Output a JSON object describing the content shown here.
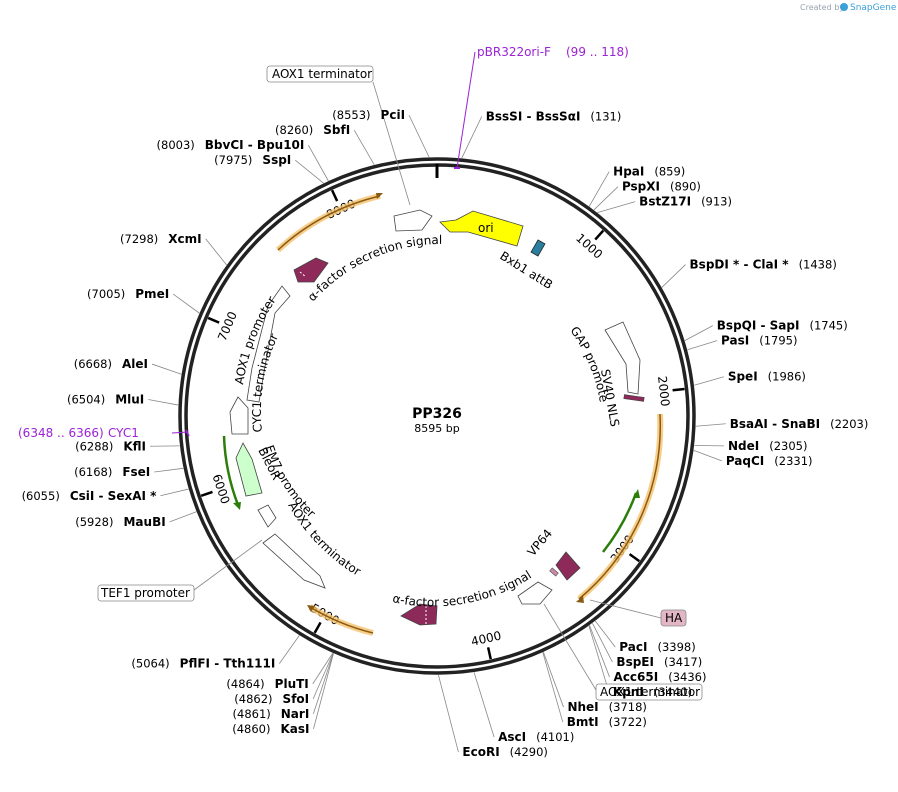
{
  "plasmid": {
    "name": "PP326",
    "length_label": "8595 bp",
    "length": 8595
  },
  "credit": {
    "prefix": "Created by",
    "app": "SnapGene"
  },
  "ticks": [
    {
      "label": "1000",
      "pos": 1000
    },
    {
      "label": "2000",
      "pos": 2000
    },
    {
      "label": "3000",
      "pos": 3000
    },
    {
      "label": "4000",
      "pos": 4000
    },
    {
      "label": "5000",
      "pos": 5000
    },
    {
      "label": "6000",
      "pos": 6000
    },
    {
      "label": "7000",
      "pos": 7000
    },
    {
      "label": "8000",
      "pos": 8000
    }
  ],
  "sites": [
    {
      "name": "PciI",
      "pos_label": "(8553)",
      "pos": 8553,
      "side": "left"
    },
    {
      "name": "BssSI  - BssSαI",
      "pos_label": "(131)",
      "pos": 131,
      "side": "right"
    },
    {
      "name": "SbfI",
      "pos_label": "(8260)",
      "pos": 8260,
      "side": "left"
    },
    {
      "name": "BbvCI  - Bpu10I",
      "pos_label": "(8003)",
      "pos": 8003,
      "side": "left"
    },
    {
      "name": "SspI",
      "pos_label": "(7975)",
      "pos": 7975,
      "side": "left"
    },
    {
      "name": "HpaI",
      "pos_label": "(859)",
      "pos": 859,
      "side": "right"
    },
    {
      "name": "PspXI",
      "pos_label": "(890)",
      "pos": 890,
      "side": "right"
    },
    {
      "name": "BstZ17I",
      "pos_label": "(913)",
      "pos": 913,
      "side": "right"
    },
    {
      "name": "XcmI",
      "pos_label": "(7298)",
      "pos": 7298,
      "side": "left"
    },
    {
      "name": "BspDI *  - ClaI *",
      "pos_label": "(1438)",
      "pos": 1438,
      "side": "right"
    },
    {
      "name": "PmeI",
      "pos_label": "(7005)",
      "pos": 7005,
      "side": "left"
    },
    {
      "name": "BspQI  - SapI",
      "pos_label": "(1745)",
      "pos": 1745,
      "side": "right"
    },
    {
      "name": "PasI",
      "pos_label": "(1795)",
      "pos": 1795,
      "side": "right"
    },
    {
      "name": "AleI",
      "pos_label": "(6668)",
      "pos": 6668,
      "side": "left"
    },
    {
      "name": "SpeI",
      "pos_label": "(1986)",
      "pos": 1986,
      "side": "right"
    },
    {
      "name": "MluI",
      "pos_label": "(6504)",
      "pos": 6504,
      "side": "left"
    },
    {
      "name": "BsaAI  - SnaBI",
      "pos_label": "(2203)",
      "pos": 2203,
      "side": "right"
    },
    {
      "name": "NdeI",
      "pos_label": "(2305)",
      "pos": 2305,
      "side": "right"
    },
    {
      "name": "PaqCI",
      "pos_label": "(2331)",
      "pos": 2331,
      "side": "right"
    },
    {
      "name": "KflI",
      "pos_label": "(6288)",
      "pos": 6288,
      "side": "left"
    },
    {
      "name": "FseI",
      "pos_label": "(6168)",
      "pos": 6168,
      "side": "left"
    },
    {
      "name": "CsiI  - SexAI *",
      "pos_label": "(6055)",
      "pos": 6055,
      "side": "left"
    },
    {
      "name": "MauBI",
      "pos_label": "(5928)",
      "pos": 5928,
      "side": "left"
    },
    {
      "name": "PacI",
      "pos_label": "(3398)",
      "pos": 3398,
      "side": "right"
    },
    {
      "name": "BspEI",
      "pos_label": "(3417)",
      "pos": 3417,
      "side": "right"
    },
    {
      "name": "Acc65I",
      "pos_label": "(3436)",
      "pos": 3436,
      "side": "right"
    },
    {
      "name": "KpnI",
      "pos_label": "(3440)",
      "pos": 3440,
      "side": "right"
    },
    {
      "name": "PflFI  - Tth111I",
      "pos_label": "(5064)",
      "pos": 5064,
      "side": "left"
    },
    {
      "name": "PluTI",
      "pos_label": "(4864)",
      "pos": 4864,
      "side": "left"
    },
    {
      "name": "SfoI",
      "pos_label": "(4862)",
      "pos": 4862,
      "side": "left"
    },
    {
      "name": "NarI",
      "pos_label": "(4861)",
      "pos": 4861,
      "side": "left"
    },
    {
      "name": "KasI",
      "pos_label": "(4860)",
      "pos": 4860,
      "side": "left"
    },
    {
      "name": "NheI",
      "pos_label": "(3718)",
      "pos": 3718,
      "side": "right"
    },
    {
      "name": "BmtI",
      "pos_label": "(3722)",
      "pos": 3722,
      "side": "right"
    },
    {
      "name": "AscI",
      "pos_label": "(4101)",
      "pos": 4101,
      "side": "right"
    },
    {
      "name": "EcoRI",
      "pos_label": "(4290)",
      "pos": 4290,
      "side": "right"
    }
  ],
  "primers": [
    {
      "name": "pBR322ori-F",
      "range_label": "(99 .. 118)",
      "pos": 108
    },
    {
      "name": "CYC1",
      "range_label": "(6348 .. 6366)",
      "pos": 6357
    }
  ],
  "boxed_labels": [
    {
      "text": "AOX1 terminator",
      "ref": "top"
    },
    {
      "text": "TEF1 promoter",
      "ref": "tef1"
    },
    {
      "text": "HA",
      "ref": "ha"
    },
    {
      "text": "AOX1 terminator",
      "ref": "bottom"
    }
  ],
  "features": [
    {
      "label": "ori",
      "color": "#ffff00",
      "type": "arrow"
    },
    {
      "label": "Bxb1 attB",
      "color": "#2a7f9e",
      "type": "box"
    },
    {
      "label": "α-factor secretion signal",
      "color": "#8e2a5a",
      "type": "arrow"
    },
    {
      "label": "AOX1 promoter",
      "color": "#ffffff",
      "type": "arrow"
    },
    {
      "label": "CYC1 terminator",
      "color": "#ffffff",
      "type": "arrow"
    },
    {
      "label": "GAP promoter",
      "color": "#ffffff",
      "type": "arrow"
    },
    {
      "label": "SV40 NLS",
      "color": "#8e2a5a",
      "type": "box"
    },
    {
      "label": "EM7 promoter",
      "color": "#ffffff",
      "type": "arrow"
    },
    {
      "label": "BleoR",
      "color": "#ccffcc",
      "type": "arrow"
    },
    {
      "label": "AOX1 terminator",
      "color": "#ffffff",
      "type": "arrow"
    },
    {
      "label": "VP64",
      "color": "#8e2a5a",
      "type": "arrow"
    },
    {
      "label": "α-factor secretion signal",
      "color": "#8e2a5a",
      "type": "arrow"
    }
  ],
  "colors": {
    "backbone": "#222222",
    "orf": "#f5c26b",
    "orf_line": "#8a5a12",
    "green_orf": "#2d7d0a",
    "primer": "#9b22d6",
    "ha_fill": "#e3b6c6"
  }
}
